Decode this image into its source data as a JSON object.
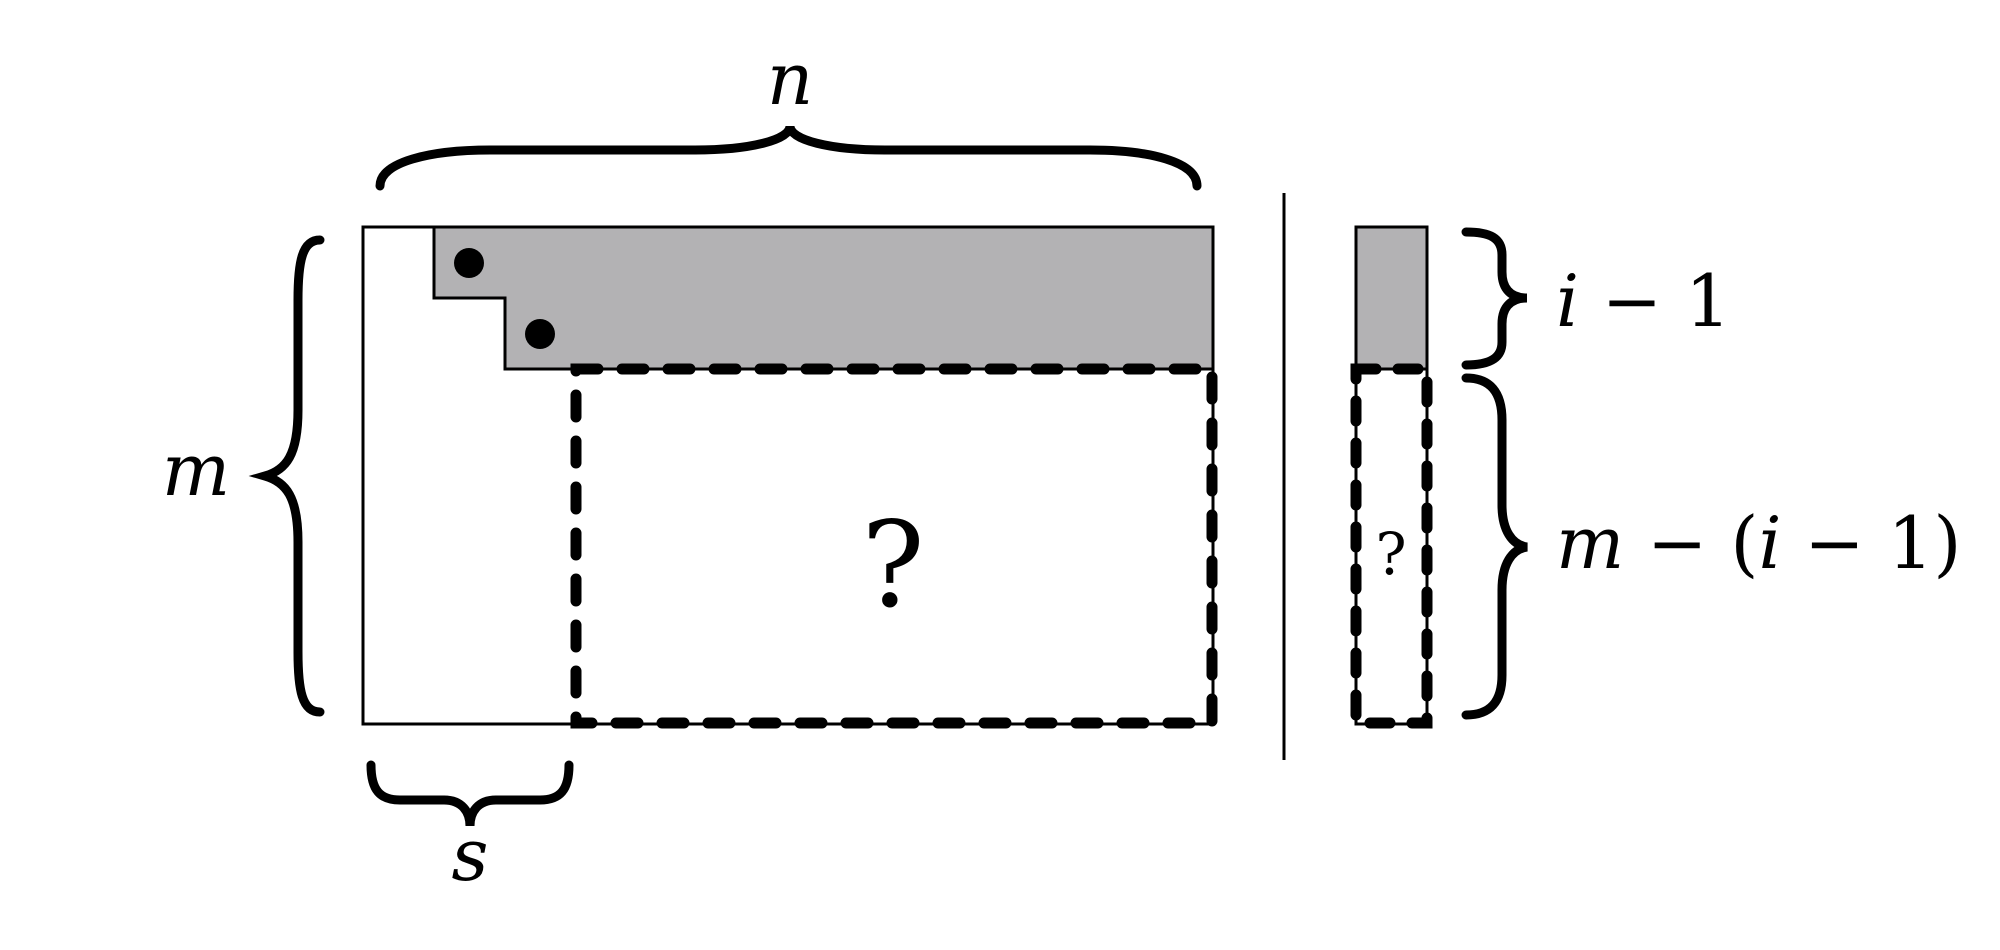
{
  "labels": {
    "n": "n",
    "m": "m",
    "s": "s",
    "i_minus_1": {
      "var": "i",
      "rest": " − 1"
    },
    "m_minus": {
      "var_m": "m",
      "mid": " − (",
      "var_i": "i",
      "tail": " − 1)"
    }
  },
  "unknown_big": "?",
  "unknown_small": "?",
  "colors": {
    "shaded": "#b3b2b4",
    "stroke": "#000000",
    "background": "#ffffff"
  }
}
